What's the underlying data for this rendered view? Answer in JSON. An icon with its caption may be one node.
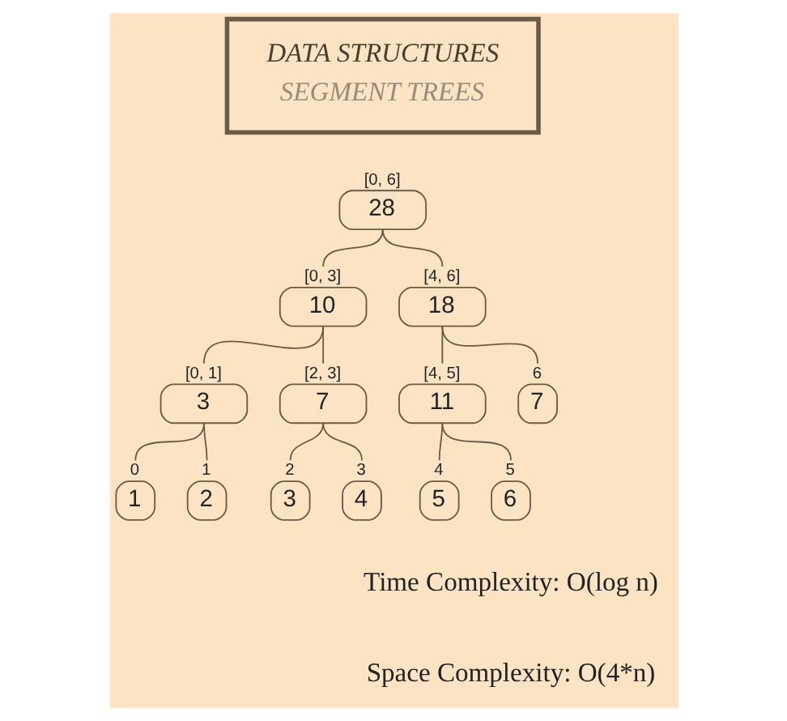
{
  "diagram": {
    "nodes": [
      {
        "text": [
          "DATA STRUCTURES",
          "SEGMENT TREES"
        ]
      },
      {
        "text": [
          "28"
        ],
        "beside": [
          "[0, 6]"
        ]
      },
      {
        "text": [
          "10"
        ],
        "beside": [
          "[0, 3]"
        ]
      },
      {
        "text": [
          "18"
        ],
        "beside": [
          "[4, 6]"
        ]
      },
      {
        "text": [
          "3"
        ],
        "beside": [
          "[0, 1]"
        ]
      },
      {
        "text": [
          "7"
        ],
        "beside": [
          "[2, 3]"
        ]
      },
      {
        "text": [
          "11"
        ],
        "beside": [
          "[4, 5]"
        ]
      },
      {
        "text": [
          "7"
        ],
        "beside": [
          "6"
        ]
      },
      {
        "text": [
          "1"
        ],
        "beside": [
          "0"
        ]
      },
      {
        "text": [
          "2"
        ],
        "beside": [
          "1"
        ]
      },
      {
        "text": [
          "3"
        ],
        "beside": [
          "2"
        ]
      },
      {
        "text": [
          "4"
        ],
        "beside": [
          "3"
        ]
      },
      {
        "text": [
          "5"
        ],
        "beside": [
          "4"
        ]
      },
      {
        "text": [
          "6"
        ],
        "beside": [
          "5"
        ]
      }
    ],
    "edges": [
      {
        "from": 1,
        "to": 2,
        "arrow": "none"
      },
      {
        "from": 1,
        "to": 3,
        "arrow": "none"
      },
      {
        "from": 2,
        "to": 4,
        "arrow": "none"
      },
      {
        "from": 2,
        "to": 5,
        "arrow": "none"
      },
      {
        "from": 3,
        "to": 6,
        "arrow": "none"
      },
      {
        "from": 3,
        "to": 7,
        "arrow": "none"
      },
      {
        "from": 4,
        "to": 8,
        "arrow": "none"
      },
      {
        "from": 4,
        "to": 9,
        "arrow": "none"
      },
      {
        "from": 5,
        "to": 10,
        "arrow": "none"
      },
      {
        "from": 5,
        "to": 11,
        "arrow": "none"
      },
      {
        "from": 6,
        "to": 12,
        "arrow": "none"
      },
      {
        "from": 6,
        "to": 13,
        "arrow": "none"
      }
    ],
    "labels": [
      "Time Complexity: O(log n)",
      "Space Complexity: O(4*n)"
    ]
  }
}
